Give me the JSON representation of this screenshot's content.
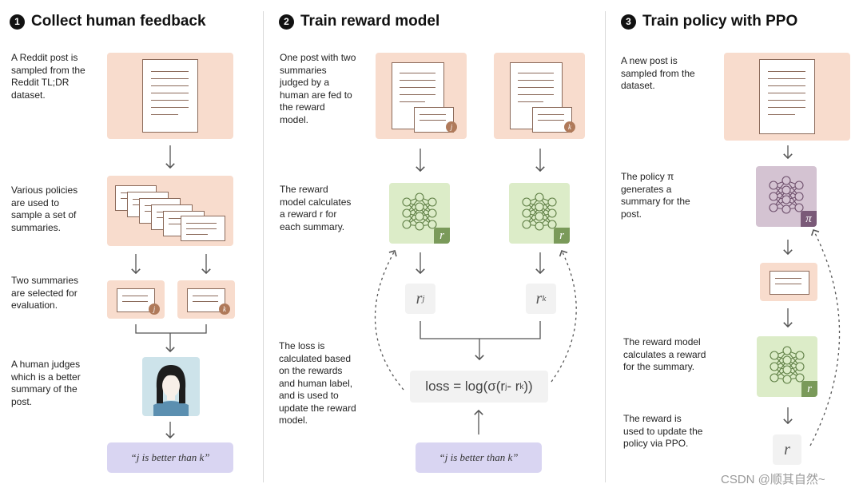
{
  "steps": [
    {
      "number": "1",
      "title": "Collect human feedback"
    },
    {
      "number": "2",
      "title": "Train reward model"
    },
    {
      "number": "3",
      "title": "Train policy with PPO"
    }
  ],
  "col1": {
    "desc_post": "A Reddit post is sampled from the Reddit TL;DR dataset.",
    "desc_policies": "Various policies are used to sample a set of summaries.",
    "desc_two": "Two summaries are selected for evaluation.",
    "desc_human": "A human judges which is a better summary of the post.",
    "quote": "“j is better than k”",
    "badge_j": "j",
    "badge_k": "k"
  },
  "col2": {
    "desc_post": "One post with two summaries judged by a human are fed to the reward model.",
    "desc_reward": "The reward model calculates a reward r for each summary.",
    "desc_loss": "The loss is calculated based on the rewards and human label, and is used to update the reward model.",
    "r_badge": "r",
    "r_symbol": "r",
    "sub_j": "j",
    "sub_k": "k",
    "loss_prefix": "loss = log(σ(r",
    "loss_mid": " - r",
    "loss_suffix": "))",
    "quote": "“j is better than k”",
    "badge_j": "j",
    "badge_k": "k"
  },
  "col3": {
    "desc_post": "A new post is sampled from the dataset.",
    "desc_policy": "The policy π generates a summary for the post.",
    "desc_reward": "The reward model calculates a reward for the summary.",
    "desc_update": "The reward is used to update the policy via PPO.",
    "pi_badge": "π",
    "r_badge": "r",
    "r_symbol": "r"
  },
  "watermark": "CSDN @顺其自然~",
  "colors": {
    "peach": "#f8dccd",
    "green": "#dcecc8",
    "purple": "#d4c3d2",
    "lavender": "#d9d5f2",
    "gray": "#f2f2f2",
    "doc_line": "#8b6a5a"
  }
}
